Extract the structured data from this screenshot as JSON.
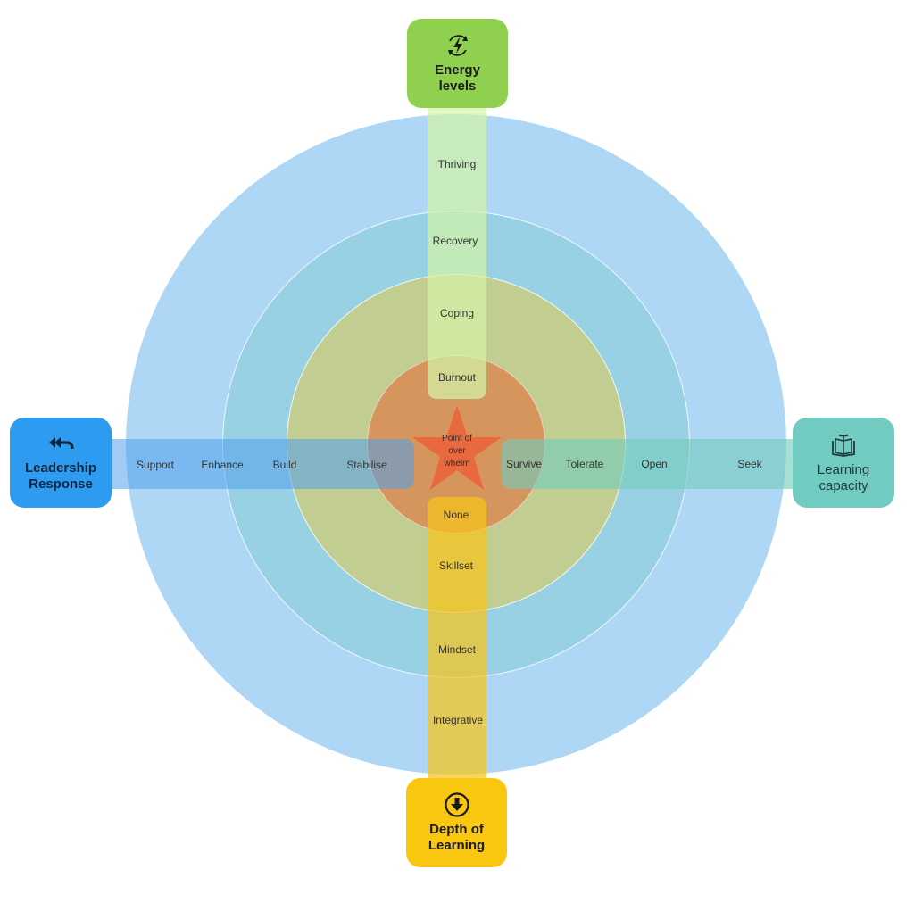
{
  "colors": {
    "outer_ring": "#aed6f5",
    "third_ring": "#97d1e3",
    "second_ring": "#c1cd91",
    "core": "#d5955c",
    "star": "#e8693e",
    "energy": "#8fd14f",
    "depth": "#fac710",
    "leadership": "#2d9bf0",
    "learning": "#72cbc1"
  },
  "center": {
    "lines": [
      "Point of",
      "over",
      "whelm"
    ]
  },
  "hubs": {
    "energy": {
      "icon": "bolt-cycle-icon",
      "title_lines": [
        "Energy",
        "levels"
      ]
    },
    "depth": {
      "icon": "arrow-down-circle-icon",
      "title_lines": [
        "Depth of",
        "Learning"
      ]
    },
    "leadership": {
      "icon": "double-reply-arrow-icon",
      "title_lines": [
        "Leadership",
        "Response"
      ]
    },
    "learning": {
      "icon": "open-book-sprout-icon",
      "title_lines": [
        "Learning",
        "capacity"
      ]
    }
  },
  "axes": {
    "energy": [
      "Thriving",
      "Recovery",
      "Coping",
      "Burnout"
    ],
    "depth": [
      "None",
      "Skillset",
      "Mindset",
      "Integrative"
    ],
    "leadership": [
      "Support",
      "Enhance",
      "Build",
      "Stabilise"
    ],
    "learning": [
      "Survive",
      "Tolerate",
      "Open",
      "Seek"
    ]
  }
}
